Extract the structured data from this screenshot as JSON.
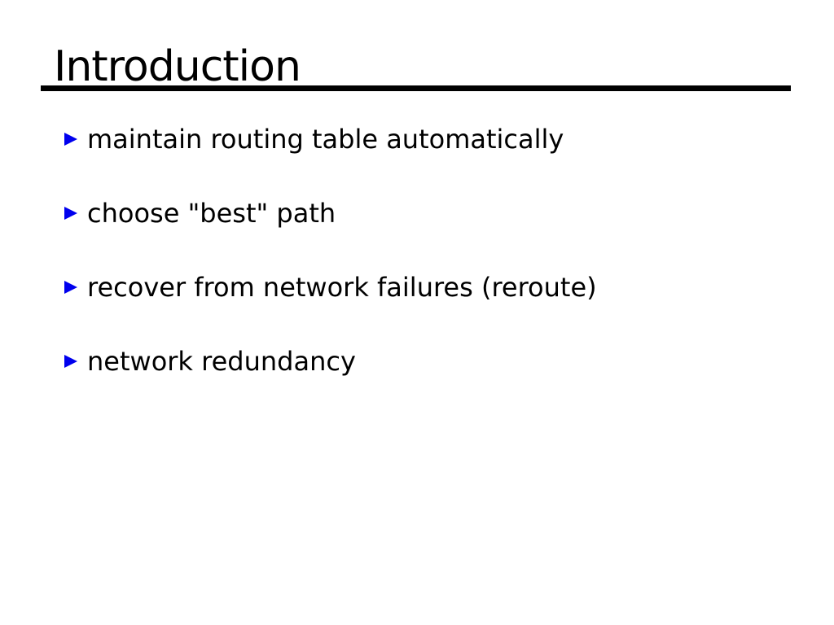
{
  "slide": {
    "title": "Introduction",
    "bullets": [
      "maintain routing table automatically",
      "choose \"best\" path",
      "recover from network failures (reroute)",
      "network redundancy"
    ],
    "icons": {
      "bullet_marker": "right-pointing-triangle"
    },
    "colors": {
      "background": "#FFFFFF",
      "text": "#000000",
      "title_rule": "#000000",
      "bullet_marker": "#0000EE"
    }
  }
}
